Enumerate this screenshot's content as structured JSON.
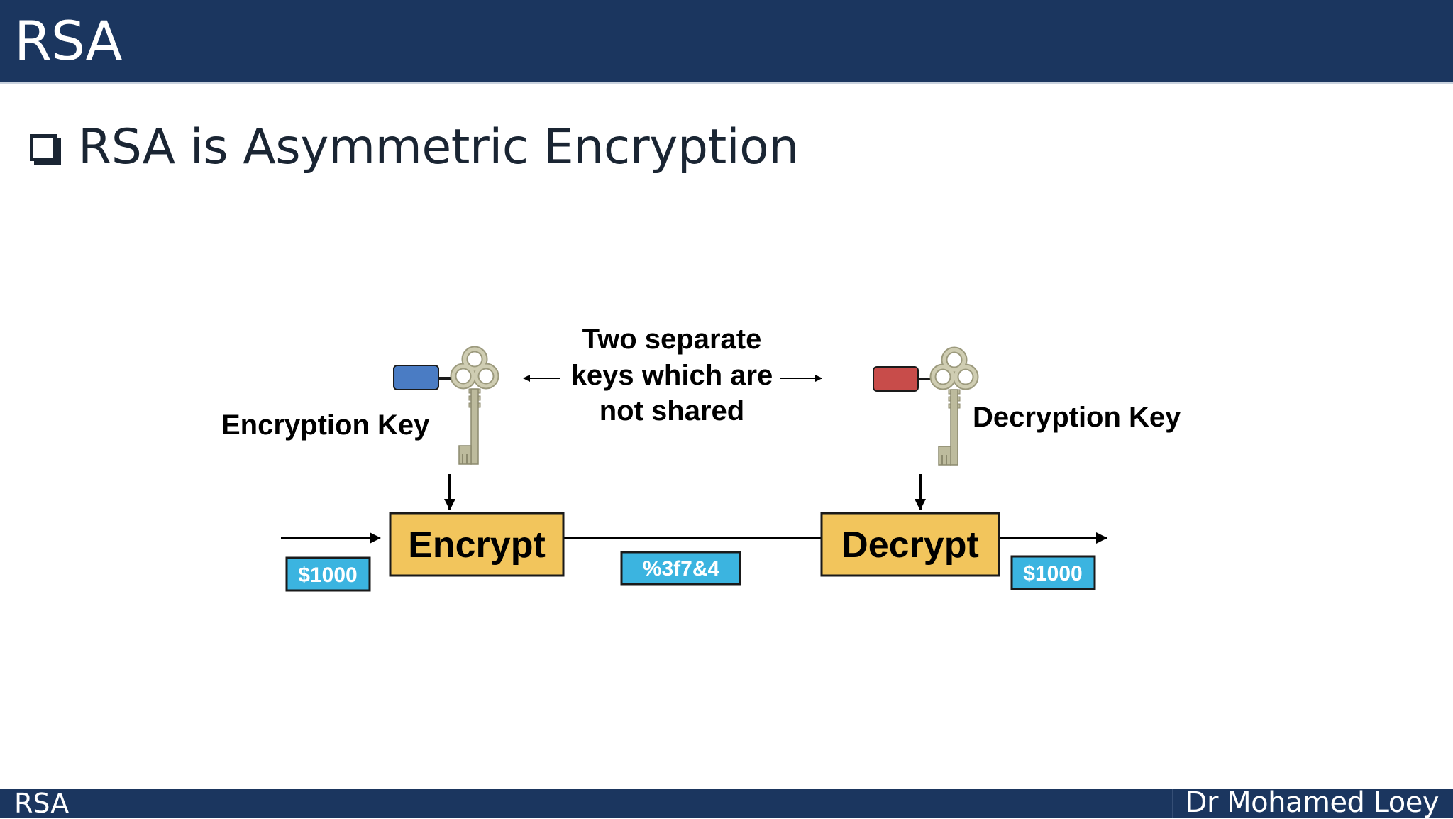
{
  "header": {
    "title": "RSA"
  },
  "bullet": {
    "text": "RSA is Asymmetric Encryption"
  },
  "diagram": {
    "encryption_key_label": "Encryption Key",
    "decryption_key_label": "Decryption Key",
    "keys_note_line1": "Two separate",
    "keys_note_line2": "keys which are",
    "keys_note_line3": "not shared",
    "encrypt_label": "Encrypt",
    "decrypt_label": "Decrypt",
    "plaintext_in": "$1000",
    "ciphertext": "%3f7&4",
    "plaintext_out": "$1000",
    "colors": {
      "box_fill": "#f2c55c",
      "tag_fill": "#3bb4e0",
      "encryption_tag": "#4a7cc4",
      "decryption_tag": "#c84c4a",
      "key_metal": "#bdbb9d"
    },
    "icons": [
      "key-icon",
      "key-icon"
    ]
  },
  "footer": {
    "left": "RSA",
    "right": "Dr Mohamed Loey"
  }
}
